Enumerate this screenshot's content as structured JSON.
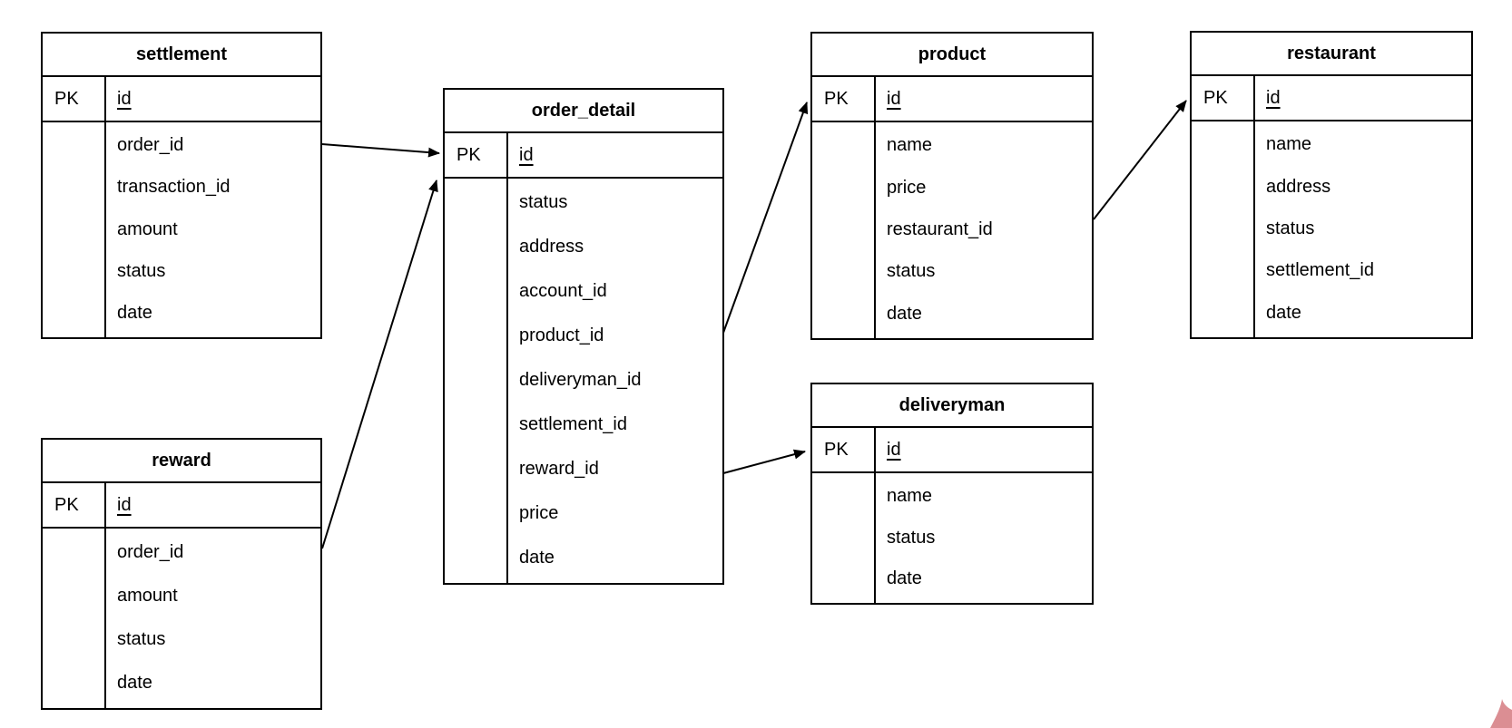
{
  "canvas": {
    "background_color": "#ffffff",
    "line_color": "#000000",
    "accent_corner_color": "#db8e93"
  },
  "tables": [
    {
      "name": "settlement",
      "pk": {
        "key": "PK",
        "column": "id"
      },
      "fields": [
        "order_id",
        "transaction_id",
        "amount",
        "status",
        "date"
      ]
    },
    {
      "name": "reward",
      "pk": {
        "key": "PK",
        "column": "id"
      },
      "fields": [
        "order_id",
        "amount",
        "status",
        "date"
      ]
    },
    {
      "name": "order_detail",
      "pk": {
        "key": "PK",
        "column": "id"
      },
      "fields": [
        "status",
        "address",
        "account_id",
        "product_id",
        "deliveryman_id",
        "settlement_id",
        "reward_id",
        "price",
        "date"
      ]
    },
    {
      "name": "product",
      "pk": {
        "key": "PK",
        "column": "id"
      },
      "fields": [
        "name",
        "price",
        "restaurant_id",
        "status",
        "date"
      ]
    },
    {
      "name": "deliveryman",
      "pk": {
        "key": "PK",
        "column": "id"
      },
      "fields": [
        "name",
        "status",
        "date"
      ]
    },
    {
      "name": "restaurant",
      "pk": {
        "key": "PK",
        "column": "id"
      },
      "fields": [
        "name",
        "address",
        "status",
        "settlement_id",
        "date"
      ]
    }
  ],
  "relationships": [
    {
      "from": "settlement",
      "to": "order_detail"
    },
    {
      "from": "reward",
      "to": "order_detail"
    },
    {
      "from": "order_detail",
      "to": "product"
    },
    {
      "from": "order_detail",
      "to": "deliveryman"
    },
    {
      "from": "product",
      "to": "restaurant"
    }
  ]
}
